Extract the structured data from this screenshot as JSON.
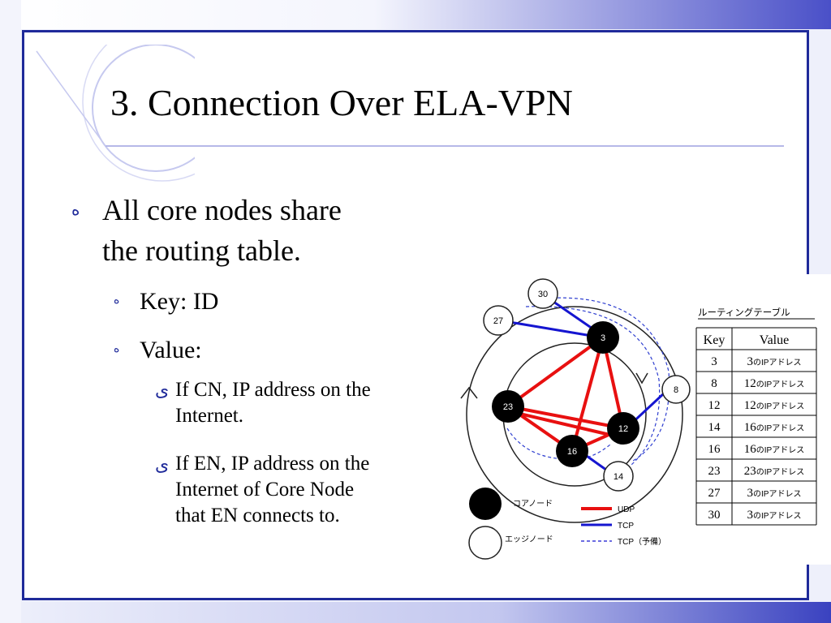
{
  "slide": {
    "title": "3. Connection Over ELA-VPN",
    "bullet_l1": "All core nodes share the routing table.",
    "bullet_l1_lines": [
      "All core nodes share",
      "the routing table."
    ],
    "bullet_l2": [
      {
        "text": "Key: ID"
      },
      {
        "text": "Value:"
      }
    ],
    "bullet_l3": [
      {
        "lines": [
          "If CN, IP address on the",
          "Internet."
        ]
      },
      {
        "lines": [
          "If EN, IP address on the",
          "Internet of Core Node",
          "that EN connects to."
        ]
      }
    ],
    "glyphs": {
      "l1": "ه",
      "l2": "ه",
      "l3": "ی"
    }
  },
  "diagram": {
    "core_nodes": [
      "3",
      "23",
      "12",
      "16"
    ],
    "edge_nodes": [
      "30",
      "27",
      "8",
      "14"
    ],
    "legend": {
      "core_node": "コアノード",
      "edge_node": "エッジノード",
      "udp": "UDP",
      "tcp": "TCP",
      "tcp_reserve": "TCP（予備）"
    },
    "colors": {
      "udp": "#e81010",
      "tcp": "#1515d0",
      "core_fill": "#000000"
    },
    "routing_table": {
      "title": "ルーティングテーブル",
      "headers": [
        "Key",
        "Value"
      ],
      "rows": [
        {
          "key": "3",
          "num": "3",
          "suffix": "のIPアドレス"
        },
        {
          "key": "8",
          "num": "12",
          "suffix": "のIPアドレス"
        },
        {
          "key": "12",
          "num": "12",
          "suffix": "のIPアドレス"
        },
        {
          "key": "14",
          "num": "16",
          "suffix": "のIPアドレス"
        },
        {
          "key": "16",
          "num": "16",
          "suffix": "のIPアドレス"
        },
        {
          "key": "23",
          "num": "23",
          "suffix": "のIPアドレス"
        },
        {
          "key": "27",
          "num": "3",
          "suffix": "のIPアドレス"
        },
        {
          "key": "30",
          "num": "3",
          "suffix": "のIPアドレス"
        }
      ]
    }
  }
}
